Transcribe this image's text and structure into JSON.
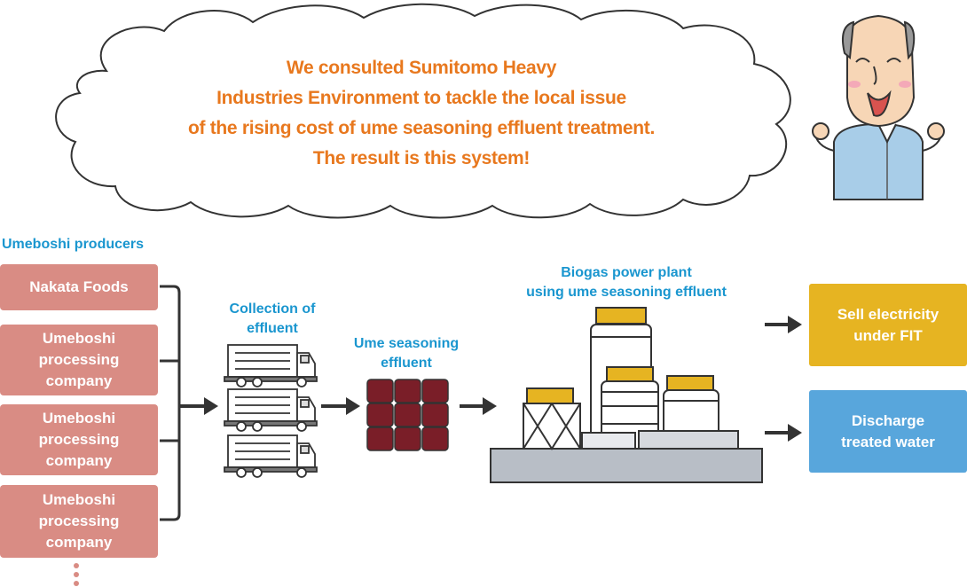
{
  "speech_bubble": {
    "lines": [
      "We consulted Sumitomo Heavy",
      "Industries Environment to tackle the local issue",
      "of the rising cost of ume seasoning effluent treatment.",
      "The result is this system!"
    ]
  },
  "producers": {
    "heading": "Umeboshi producers",
    "items": [
      {
        "label": "Nakata Foods"
      },
      {
        "label": "Umeboshi\nprocessing\ncompany"
      },
      {
        "label": "Umeboshi\nprocessing\ncompany"
      },
      {
        "label": "Umeboshi\nprocessing\ncompany"
      }
    ]
  },
  "collection": {
    "label": "Collection of\neffluent"
  },
  "effluent": {
    "label": "Ume seasoning\neffluent"
  },
  "plant": {
    "label": "Biogas power plant\nusing ume seasoning effluent"
  },
  "outputs": {
    "sell": {
      "label": "Sell electricity\nunder FIT"
    },
    "discharge": {
      "label": "Discharge\ntreated water"
    }
  },
  "colors": {
    "producer_box": "#D98C84",
    "sell_box": "#E6B422",
    "discharge_box": "#58A6DC",
    "label_blue": "#1A96CF",
    "bubble_text": "#E8781E",
    "effluent_container": "#7A1E28"
  }
}
